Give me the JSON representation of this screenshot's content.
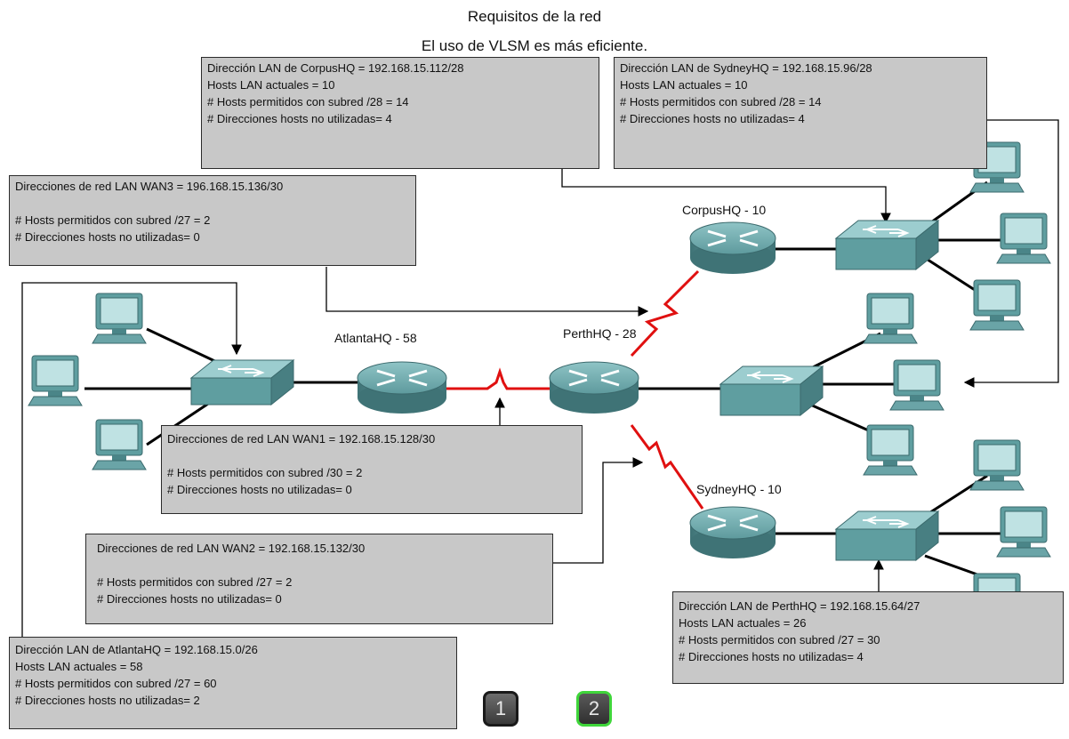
{
  "header": {
    "title": "Requisitos de la red",
    "subtitle": "El uso de VLSM es más eficiente."
  },
  "routers": {
    "corpus": "CorpusHQ - 10",
    "atlanta": "AtlantaHQ - 58",
    "perth": "PerthHQ - 28",
    "sydney": "SydneyHQ - 10"
  },
  "boxes": {
    "corpus_lan": {
      "l1": "Dirección LAN de CorpusHQ = 192.168.15.112/28",
      "l2": "Hosts LAN actuales = 10",
      "l3": "# Hosts permitidos con subred /28 = 14",
      "l4": "# Direcciones hosts no utilizadas= 4"
    },
    "sydney_lan": {
      "l1": "Dirección LAN de SydneyHQ = 192.168.15.96/28",
      "l2": "Hosts LAN actuales = 10",
      "l3": "# Hosts permitidos con subred /28 = 14",
      "l4": "# Direcciones hosts no utilizadas= 4"
    },
    "wan3": {
      "l1": "Direcciones de red LAN WAN3 = 196.168.15.136/30",
      "l2": "# Hosts permitidos con subred /27 = 2",
      "l3": "# Direcciones hosts no utilizadas= 0"
    },
    "wan1": {
      "l1": "Direcciones de red LAN WAN1 = 192.168.15.128/30",
      "l2": "# Hosts permitidos con subred /30 = 2",
      "l3": "# Direcciones hosts no utilizadas= 0"
    },
    "wan2": {
      "l1": "Direcciones de red LAN WAN2 = 192.168.15.132/30",
      "l2": "# Hosts permitidos con subred /27 = 2",
      "l3": "# Direcciones hosts no utilizadas= 0"
    },
    "perth_lan": {
      "l1": "Dirección LAN de PerthHQ = 192.168.15.64/27",
      "l2": "Hosts LAN actuales = 26",
      "l3": "# Hosts permitidos con subred /27 = 30",
      "l4": "# Direcciones hosts no utilizadas= 4"
    },
    "atlanta_lan": {
      "l1": "Dirección LAN de AtlantaHQ = 192.168.15.0/26",
      "l2": "Hosts LAN actuales = 58",
      "l3": "# Hosts permitidos con subred /27 = 60",
      "l4": "# Direcciones hosts no utilizadas= 2"
    }
  },
  "pager": {
    "page1": "1",
    "page2": "2",
    "current": "2"
  },
  "colors": {
    "wan_link": "#e01010",
    "box_fill": "#c8c8c8",
    "device": "#5f9ea0",
    "active_page": "#3fd63a"
  }
}
